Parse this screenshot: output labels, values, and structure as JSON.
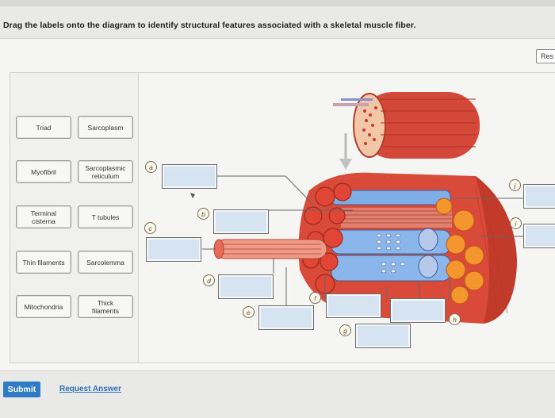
{
  "question": "Drag the labels onto the diagram to identify structural features associated with a skeletal muscle fiber.",
  "reset_label": "Res",
  "labels": [
    "Triad",
    "Sarcoplasm",
    "Myofibril",
    "Sarcoplasmic\nreticulum",
    "Terminal\ncisterna",
    "T tubules",
    "Thin filaments",
    "Sarcolemma",
    "Mitochondria",
    "Thick\nfilaments"
  ],
  "markers": [
    "a",
    "b",
    "c",
    "d",
    "e",
    "f",
    "g",
    "h",
    "i",
    "j"
  ],
  "buttons": {
    "submit": "Submit",
    "request_answer": "Request Answer"
  },
  "colors": {
    "accent": "#2e7bc6",
    "drop_box": "#d6e4f1",
    "fiber_red": "#e0503a",
    "tubule_blue": "#6a98d8"
  }
}
